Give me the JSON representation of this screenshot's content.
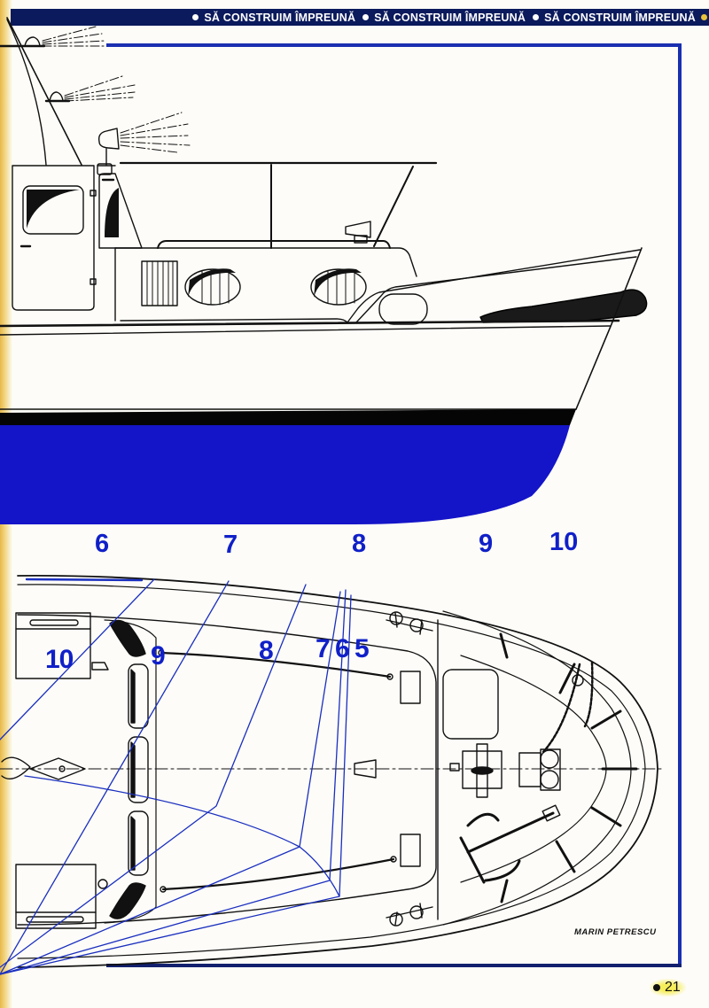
{
  "header": {
    "series_title": "SĂ CONSTRUIM ÎMPREUNĂ",
    "repeats": [
      "SĂ CONSTRUIM ÎMPREUNĂ",
      "SĂ CONSTRUIM ÎMPREUNĂ",
      "SĂ CONSTRUIM ÎMPREUNĂ"
    ],
    "band_color": "#0b1a5c"
  },
  "drawing": {
    "profile_view": {
      "description": "Side elevation of motor boat with wheelhouse, cabin, mast with lights, bimini frame and fender",
      "hull_underwater_color": "#1414c8",
      "boot_stripe_color": "#000000"
    },
    "station_labels_profile": [
      "6",
      "7",
      "8",
      "9",
      "10"
    ],
    "plan_view": {
      "description": "Deck plan (top view) of the bow with frame stations in blue",
      "station_labels": [
        "10",
        "9",
        "8",
        "7",
        "6",
        "5"
      ],
      "station_line_color": "#1a2fc0"
    }
  },
  "footer": {
    "author": "MARIN PETRESCU",
    "page_number": "21",
    "frame_color": "#1a2fb0"
  }
}
